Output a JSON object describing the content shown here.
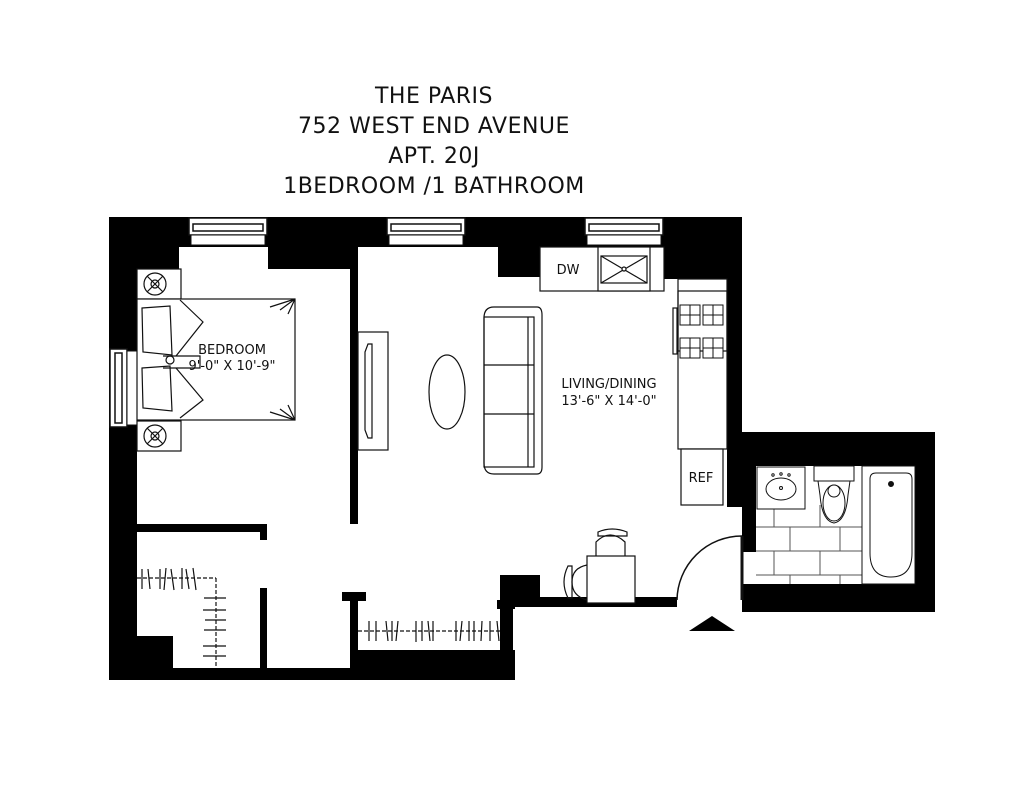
{
  "title": {
    "building": "THE PARIS",
    "address": "752 WEST END AVENUE",
    "unit": "APT. 20J",
    "layout": "1BEDROOM /1 BATHROOM"
  },
  "rooms": {
    "bedroom": {
      "name": "BEDROOM",
      "dimensions": "9'-0\" X 10'-9\""
    },
    "living": {
      "name": "LIVING/DINING",
      "dimensions": "13'-6\" X 14'-0\""
    }
  },
  "fixtures": {
    "dishwasher": "DW",
    "refrigerator": "REF"
  },
  "colors": {
    "wall": "#000000",
    "background": "#ffffff",
    "line": "#111111"
  }
}
